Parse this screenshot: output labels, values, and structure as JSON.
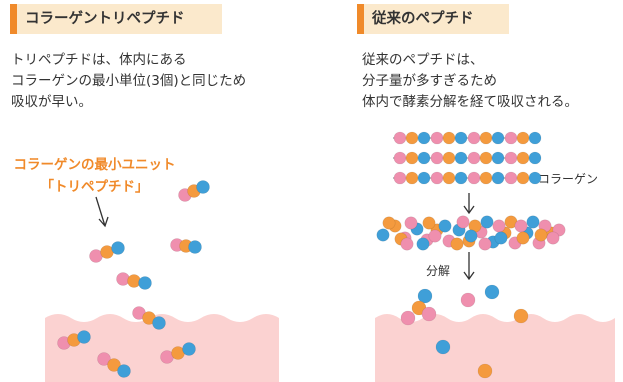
{
  "left": {
    "title": "コラーゲントリペプチド",
    "description": [
      "トリペプチドは、体内にある",
      "コラーゲンの最小単位(3個)と同じため",
      "吸収が早い。"
    ],
    "callout": [
      "コラーゲンの最小ユニット",
      "「トリペプチド」"
    ]
  },
  "right": {
    "title": "従来のペプチド",
    "description": [
      "従来のペプチドは、",
      "分子量が多すぎるため",
      "体内で酵素分解を経て吸収される。"
    ],
    "collagen_label": "コラーゲン",
    "breakdown_label": "分解"
  },
  "colors": {
    "accent": "#f08a2a",
    "title_bg": "#fbe9cc",
    "pink": "#ef8fae",
    "orange": "#f49a3e",
    "blue": "#3f9fd8",
    "tissue": "#fbd2d1",
    "chain_line": "#9a9a9a"
  }
}
